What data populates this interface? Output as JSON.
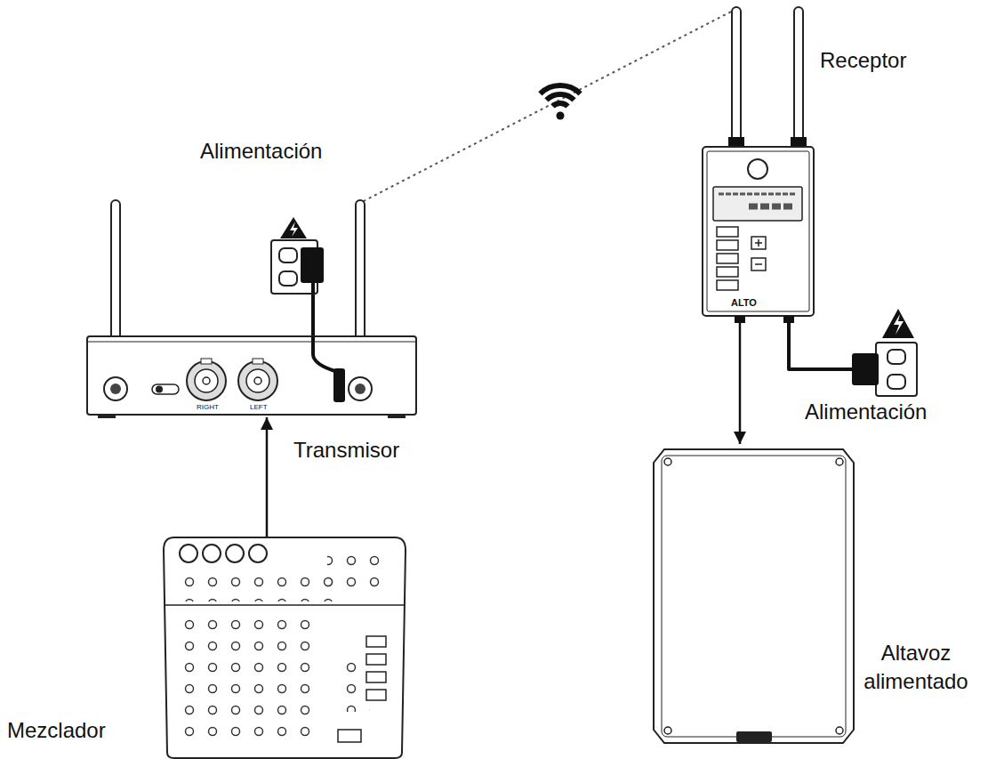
{
  "diagram": {
    "nodes": [
      {
        "text": [
          "Alimentación"
        ]
      },
      {
        "text": [
          "Transmisor"
        ]
      },
      {
        "text": [
          "Receptor"
        ]
      },
      {
        "text": [
          "Alimentación"
        ]
      },
      {
        "text": [
          "Mezclador"
        ]
      },
      {
        "text": [
          "Altavoz alimentado"
        ]
      }
    ],
    "edges": [
      {
        "from": 4,
        "to": 1,
        "arrow": "to"
      },
      {
        "from": 0,
        "to": 1,
        "arrow": "none"
      },
      {
        "from": 1,
        "to": 2,
        "arrow": "none"
      },
      {
        "from": 3,
        "to": 2,
        "arrow": "none"
      },
      {
        "from": 2,
        "to": 5,
        "arrow": "to"
      }
    ],
    "labels": [
      "RIGHT",
      "LEFT",
      "ALTO"
    ]
  }
}
